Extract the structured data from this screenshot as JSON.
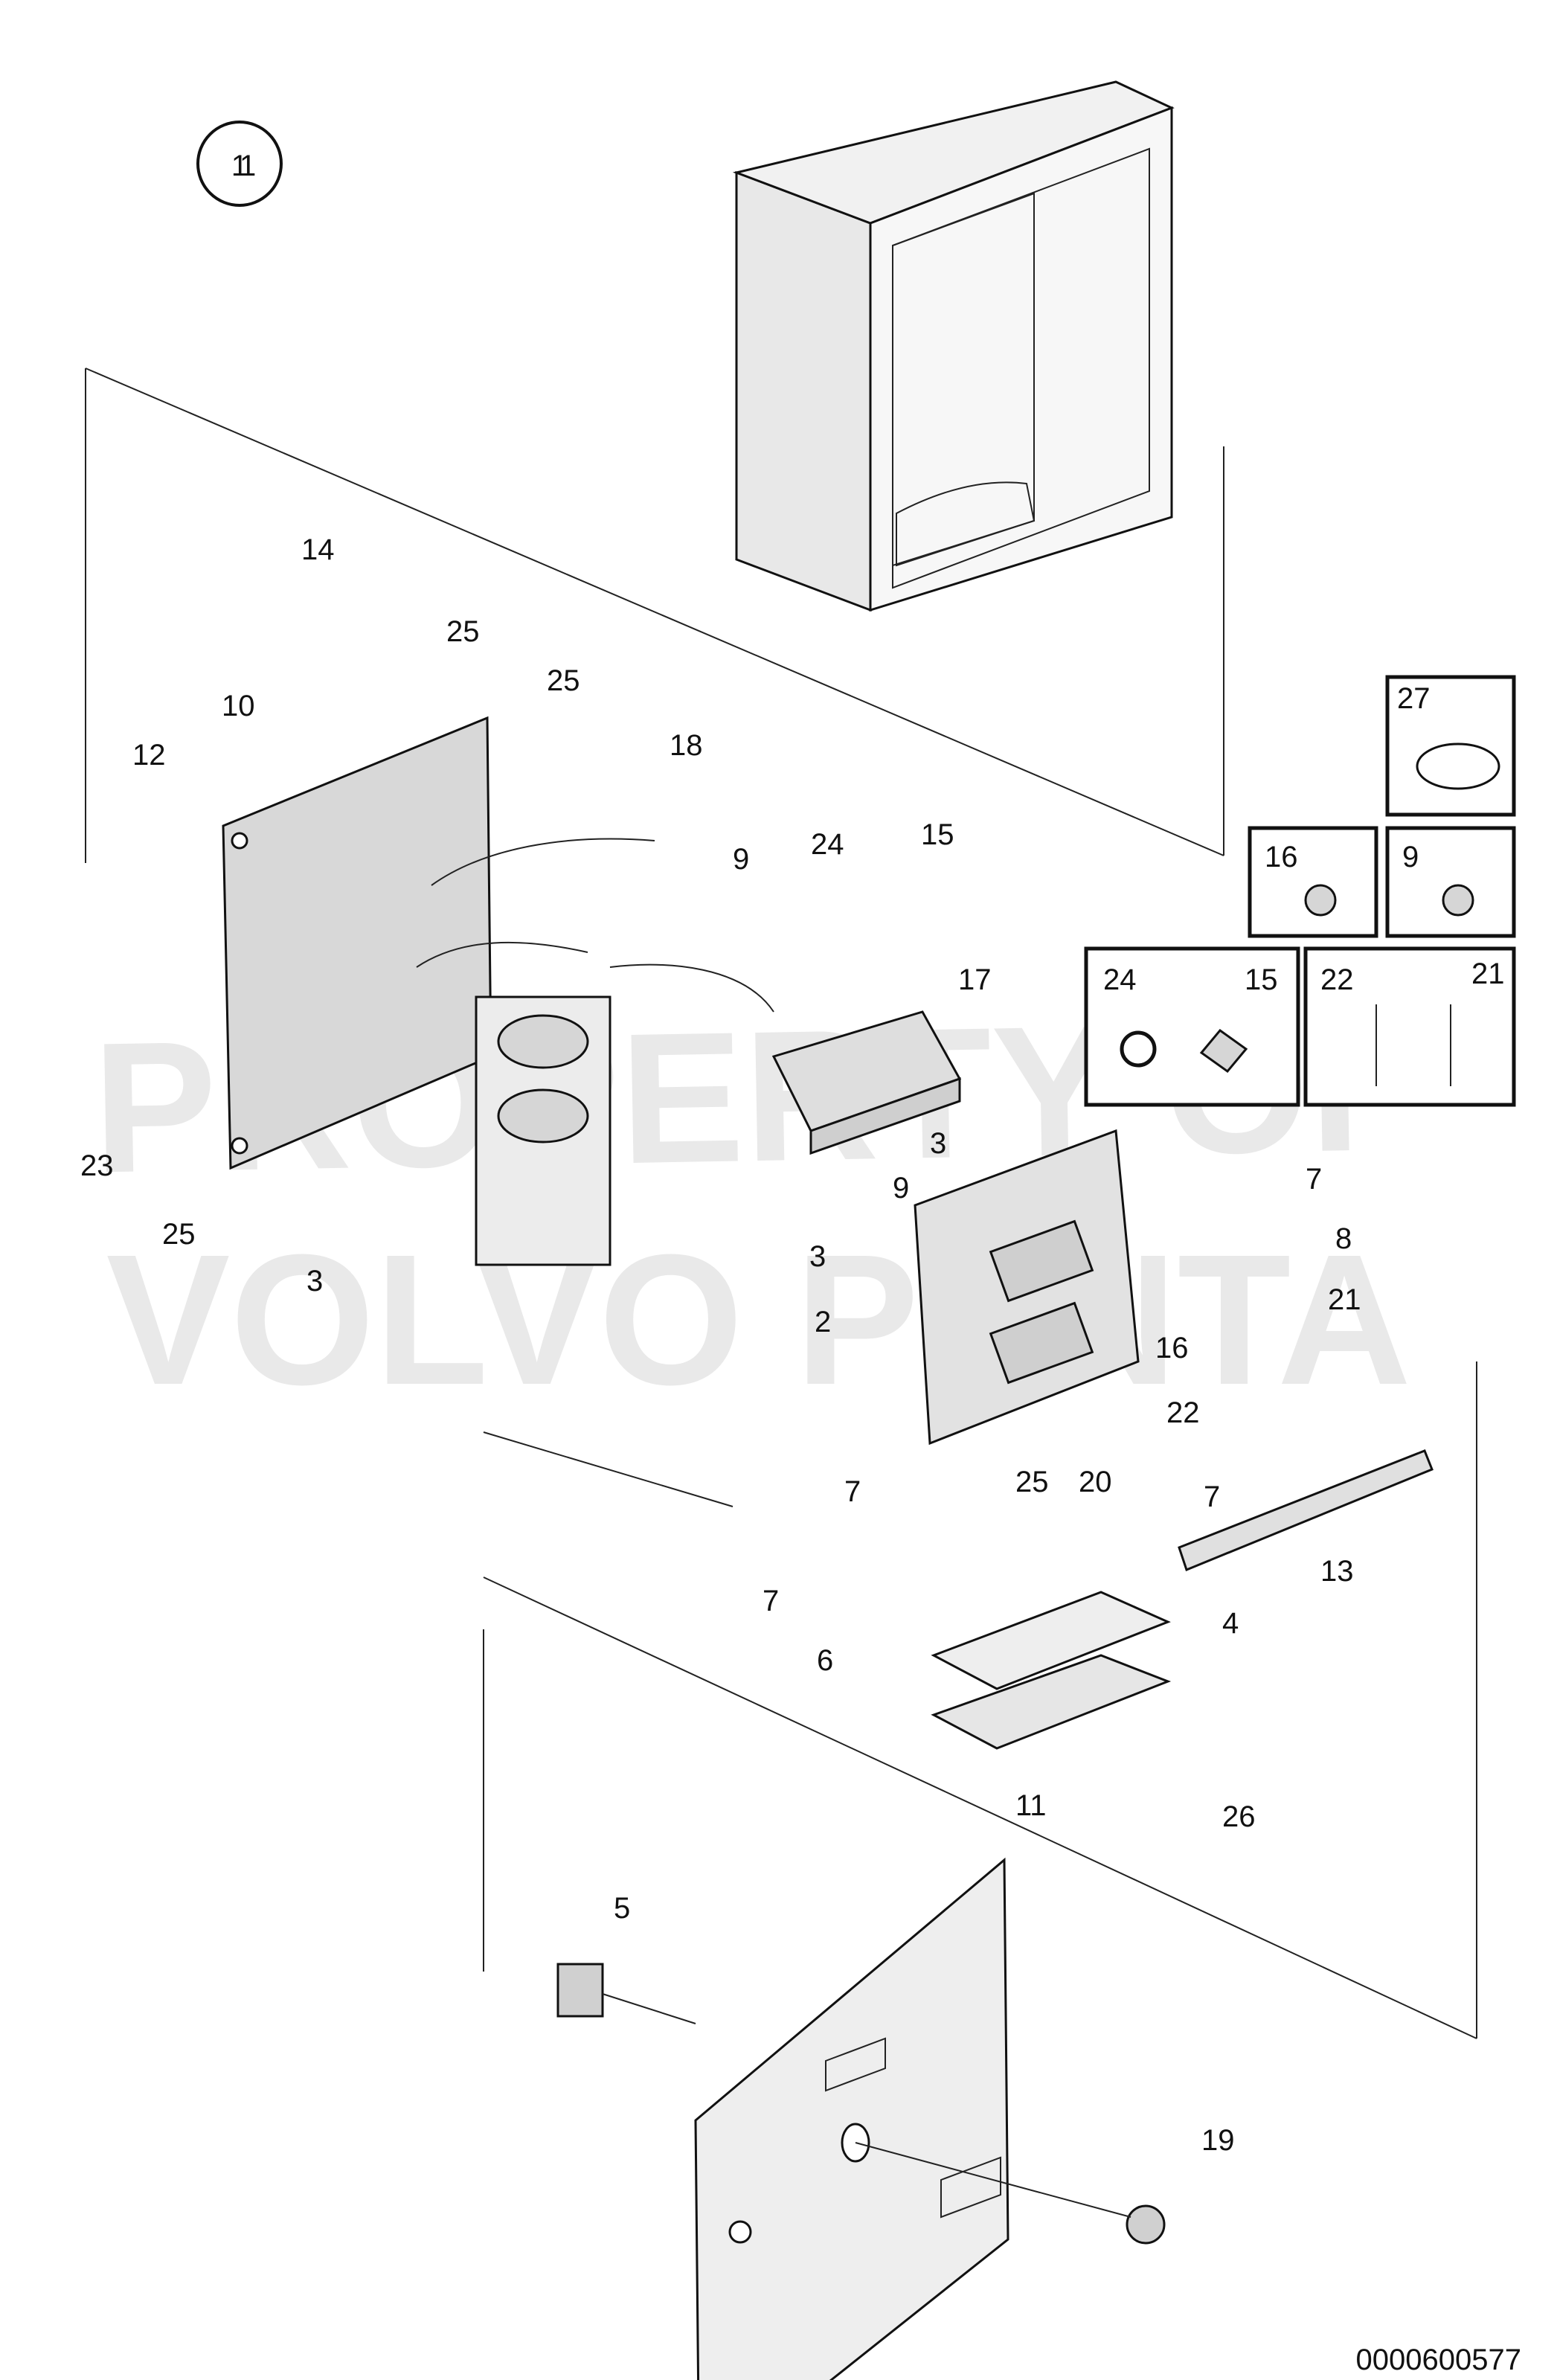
{
  "figure_number": "1",
  "watermark_lines": [
    "PROPERTY OF",
    "VOLVO PENTA"
  ],
  "drawing_id": "0000600577",
  "callouts": [
    "1",
    "2",
    "3",
    "4",
    "5",
    "6",
    "7",
    "8",
    "9",
    "10",
    "11",
    "12",
    "13",
    "14",
    "15",
    "16",
    "17",
    "18",
    "19",
    "20",
    "21",
    "22",
    "23",
    "24",
    "25",
    "26",
    "27"
  ],
  "colors": {
    "line": "#111111",
    "part_fill": "#e6e6e6",
    "watermark": "#e9e9e9"
  }
}
